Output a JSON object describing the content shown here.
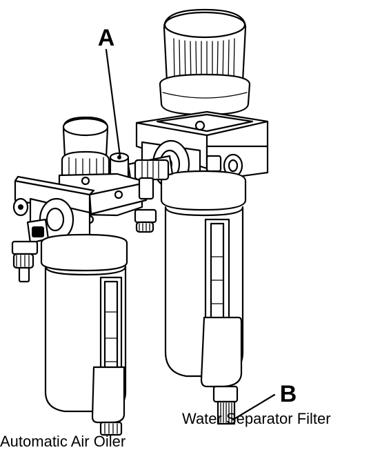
{
  "callouts": {
    "a": "A",
    "b": "B"
  },
  "labels": {
    "water_separator_filter": "Water Separator Filter",
    "automatic_air_oiler": "Automatic Air Oiler"
  }
}
